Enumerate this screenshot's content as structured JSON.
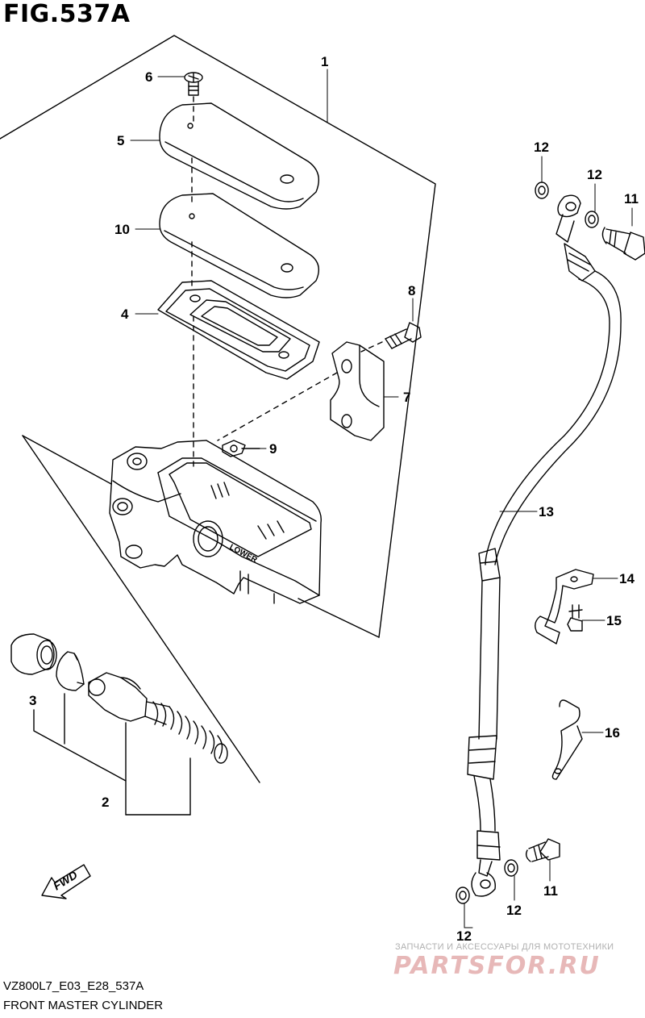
{
  "figure": {
    "title": "FIG.537A",
    "model_code": "VZ800L7_E03_E28_537A",
    "caption": "FRONT MASTER CYLINDER"
  },
  "parts": {
    "p1": "1",
    "p2": "2",
    "p3": "3",
    "p4": "4",
    "p5": "5",
    "p6": "6",
    "p7": "7",
    "p8": "8",
    "p9": "9",
    "p10": "10",
    "p11a": "11",
    "p11b": "11",
    "p12a": "12",
    "p12b": "12",
    "p12c": "12",
    "p12d": "12",
    "p13": "13",
    "p14": "14",
    "p15": "15",
    "p16": "16"
  },
  "body_text": {
    "lower_mark": "LOWER",
    "fwd": "FWD"
  },
  "watermark": {
    "tagline": "ЗАПЧАСТИ И АКСЕССУАРЫ ДЛЯ МОТОТЕХНИКИ",
    "logo": "PARTSFOR.RU"
  },
  "colors": {
    "line": "#000000",
    "background": "#ffffff",
    "watermark_logo": "#e7b8b8",
    "watermark_text": "#b0b0b0"
  }
}
